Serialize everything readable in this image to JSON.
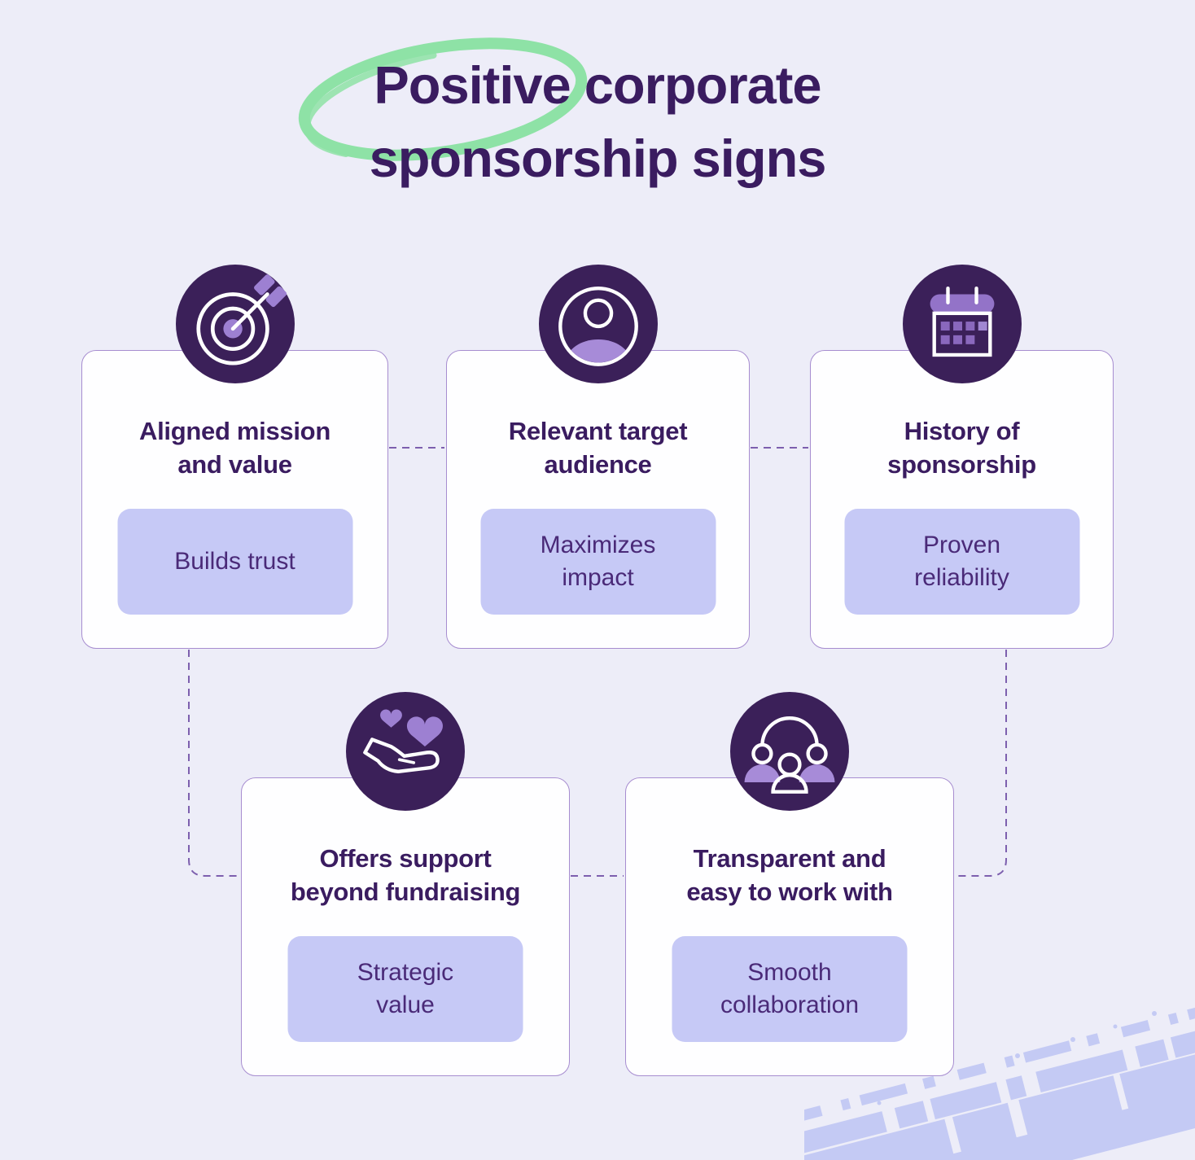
{
  "title": {
    "line1": "Positive corporate",
    "line2": "sponsorship signs"
  },
  "cards": [
    {
      "icon": "target-icon",
      "title": "Aligned mission\nand value",
      "pill": "Builds trust"
    },
    {
      "icon": "person-icon",
      "title": "Relevant target\naudience",
      "pill": "Maximizes\nimpact"
    },
    {
      "icon": "calendar-icon",
      "title": "History of\nsponsorship",
      "pill": "Proven\nreliability"
    },
    {
      "icon": "hand-hearts-icon",
      "title": "Offers support\nbeyond fundraising",
      "pill": "Strategic\nvalue"
    },
    {
      "icon": "people-group-icon",
      "title": "Transparent and\neasy to work with",
      "pill": "Smooth\ncollaboration"
    }
  ],
  "colors": {
    "background": "#ededf8",
    "card_bg": "#fefeff",
    "card_border": "#a78dd0",
    "icon_circle": "#3b2059",
    "icon_accent": "#9d80d2",
    "icon_accent_light": "#a78bd8",
    "pill_bg": "#c6c9f6",
    "text_primary": "#3a1c60",
    "text_secondary": "#4a2a78",
    "connector": "#7d5fae",
    "highlight_green": "#8ee2a6",
    "brush": "#c4caf4"
  }
}
